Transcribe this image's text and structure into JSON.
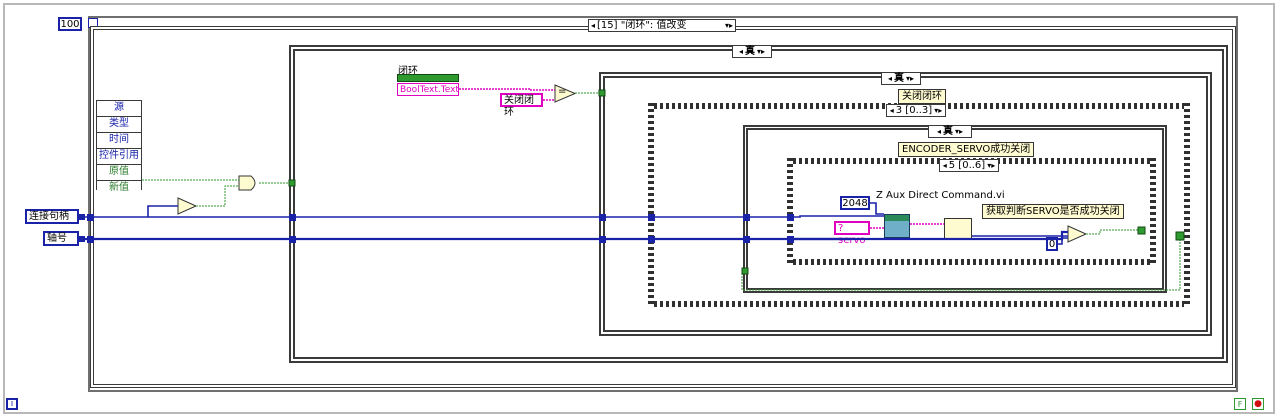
{
  "loop_iteration_constant": "100",
  "event_selector": {
    "left_arrow": "◂",
    "label": "[15] \"闭环\": 值改变",
    "right_arrow": "▾▸"
  },
  "event_data_node": [
    "源",
    "类型",
    "时间",
    "控件引用",
    "原值",
    "新值"
  ],
  "case_true_outer": {
    "left_arrow": "◂",
    "label": "真",
    "right_arrow": "▾▸"
  },
  "case_true_2": {
    "left_arrow": "◂",
    "label": "真",
    "right_arrow": "▾▸"
  },
  "case_true_3": {
    "left_arrow": "◂",
    "label": "真",
    "right_arrow": "▾▸"
  },
  "flat_seq_1": {
    "label": "3 [0..3]",
    "arrow": "▾▸",
    "left_arrow": "◂"
  },
  "flat_seq_2": {
    "label": "5 [0..6]",
    "arrow": "▾▸",
    "left_arrow": "◂"
  },
  "labels": {
    "close_loop_label": "关闭闭环",
    "encoder_servo_label": "ENCODER_SERVO成功关闭",
    "judge_label": "获取判断SERVO是否成功关闭",
    "vi_name": "Z Aux Direct Command.vi"
  },
  "property_node": {
    "caption": "闭环",
    "property": "BoolText.Text"
  },
  "string_constants": {
    "close_loop": "关闭闭环",
    "servo_query": "?servo"
  },
  "numeric_constants": {
    "buffer_size": "2048",
    "zero": "0"
  },
  "controls": {
    "connection_handle": "连接句柄",
    "axis_number": "轴号"
  },
  "comparison_equal": "=",
  "status": {
    "run_icon": "i",
    "stop_label": "F",
    "stop_button": "●"
  },
  "colors": {
    "wire_int": "#1a22a8",
    "wire_string": "#e000c0",
    "wire_bool": "#2f9a2f",
    "frame": "#303030",
    "label_bg": "#fffbd0"
  }
}
